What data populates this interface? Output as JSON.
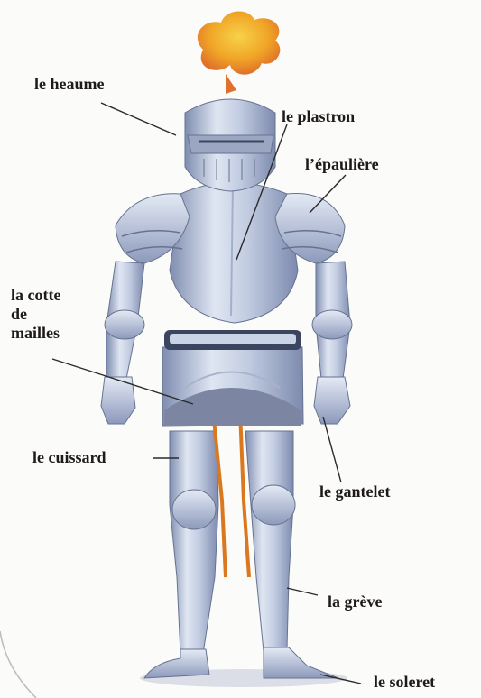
{
  "labels": {
    "heaume": "le heaume",
    "plastron": "le plastron",
    "epauliere": "l’épaulière",
    "cotte": [
      "la cotte",
      "de",
      "mailles"
    ],
    "cuissard": "le cuissard",
    "gantelet": "le gantelet",
    "greve": "la grève",
    "soleret": "le soleret"
  },
  "colors": {
    "armor": "#c9d4e6",
    "armor_shade": "#8a98b8",
    "plume": "#f0a020",
    "mail": "#7c86a2",
    "strap": "#d9781f",
    "leader_line": "#2a2a2a"
  }
}
